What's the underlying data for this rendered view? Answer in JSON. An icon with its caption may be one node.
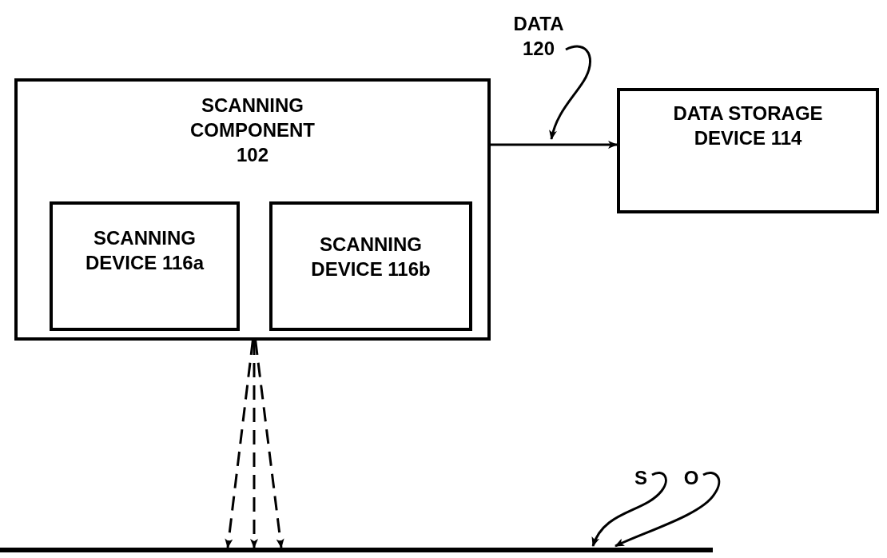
{
  "diagram": {
    "nodes": [
      {
        "text": [
          "SCANNING COMPONENT 102"
        ]
      },
      {
        "text": [
          "SCANNING DEVICE 116a"
        ],
        "in": 0
      },
      {
        "text": [
          "SCANNING DEVICE 116b"
        ],
        "in": 0
      },
      {
        "text": [
          "DATA STORAGE DEVICE 114"
        ]
      },
      {
        "text": [],
        "shape": "bar"
      },
      {
        "text": [
          "DATA 120"
        ]
      },
      {
        "text": [
          "S"
        ]
      },
      {
        "text": [
          "O"
        ]
      }
    ],
    "edges": [
      {
        "from": 0,
        "to": 3,
        "arrow": "to"
      },
      {
        "from": 0,
        "to": 4,
        "arrow": "to",
        "style": "dashed"
      },
      {
        "from": 0,
        "to": 4,
        "arrow": "to",
        "style": "dashed"
      },
      {
        "from": 0,
        "to": 4,
        "arrow": "to",
        "style": "dashed"
      },
      {
        "from": 5,
        "to": null,
        "arrow": "to"
      },
      {
        "from": 6,
        "to": 4,
        "arrow": "to"
      },
      {
        "from": 7,
        "to": 4,
        "arrow": "to"
      }
    ]
  }
}
